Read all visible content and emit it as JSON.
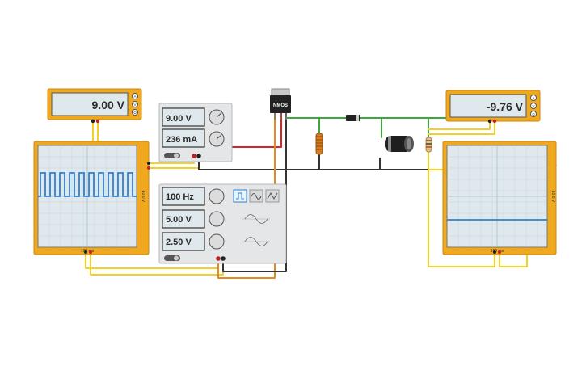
{
  "multimeter_left": {
    "reading": "9.00 V",
    "modes": [
      "A",
      "V",
      "Ω"
    ]
  },
  "multimeter_right": {
    "reading": "-9.76 V",
    "modes": [
      "A",
      "V",
      "Ω"
    ]
  },
  "power_supply": {
    "voltage": "9.00 V",
    "current": "236 mA"
  },
  "function_generator": {
    "frequency": "100 Hz",
    "amplitude": "5.00 V",
    "offset": "2.50 V",
    "waveforms": [
      "square-wave-icon",
      "sine-wave-icon",
      "triangle-wave-icon"
    ],
    "selected_waveform": "square"
  },
  "mosfet": {
    "label": "NMOS"
  },
  "oscilloscope_left": {
    "timebase": "100 ms",
    "scale": "10.0 V",
    "signal": "square wave"
  },
  "oscilloscope_right": {
    "timebase": "100 ms",
    "scale": "10.0 V",
    "signal": "flat line"
  },
  "colors": {
    "case": "#f0a81e",
    "screen": "#dfe8ec",
    "trace": "#2f7fd4",
    "wire_red": "#e02020",
    "wire_black": "#333333",
    "wire_yellow": "#f2d024",
    "wire_green": "#3aa83a",
    "wire_orange": "#e8891c"
  }
}
